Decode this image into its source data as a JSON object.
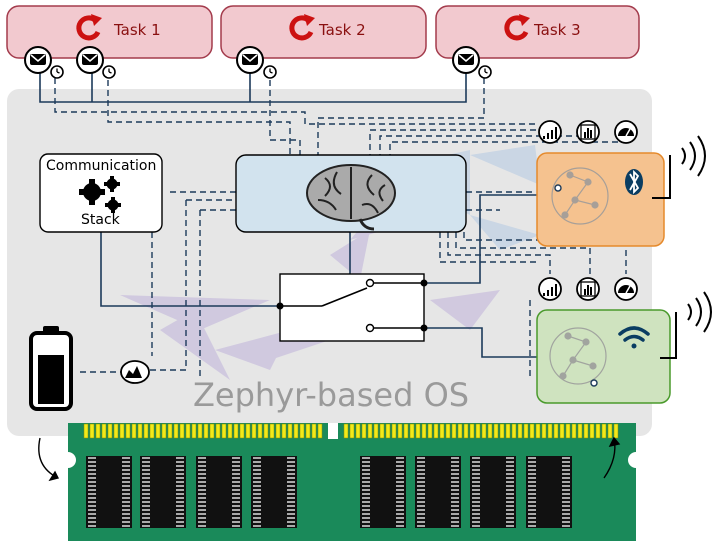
{
  "tasks": [
    {
      "label": "Task 1"
    },
    {
      "label": "Task 2"
    },
    {
      "label": "Task 3"
    }
  ],
  "os": {
    "label": "Zephyr-based OS"
  },
  "comm_stack": {
    "line1": "Communication",
    "line2": "Stack"
  },
  "radios": {
    "bluetooth": {
      "icon": "bluetooth-icon",
      "color": "#f5c28f"
    },
    "wifi": {
      "icon": "wifi-icon",
      "color": "#cfe3bf"
    }
  },
  "battery": {
    "icon": "battery-icon",
    "level": 0.7
  },
  "colors": {
    "task_fill": "#f2c9cf",
    "task_stroke": "#a33b4c",
    "os_fill": "#e6e6e6",
    "brain_fill": "#d2e3ee",
    "ram_green": "#1a8a5a",
    "ram_gold": "#f2ea1a",
    "link_blue": "#1c3a5a",
    "restart_red": "#cc1111"
  }
}
